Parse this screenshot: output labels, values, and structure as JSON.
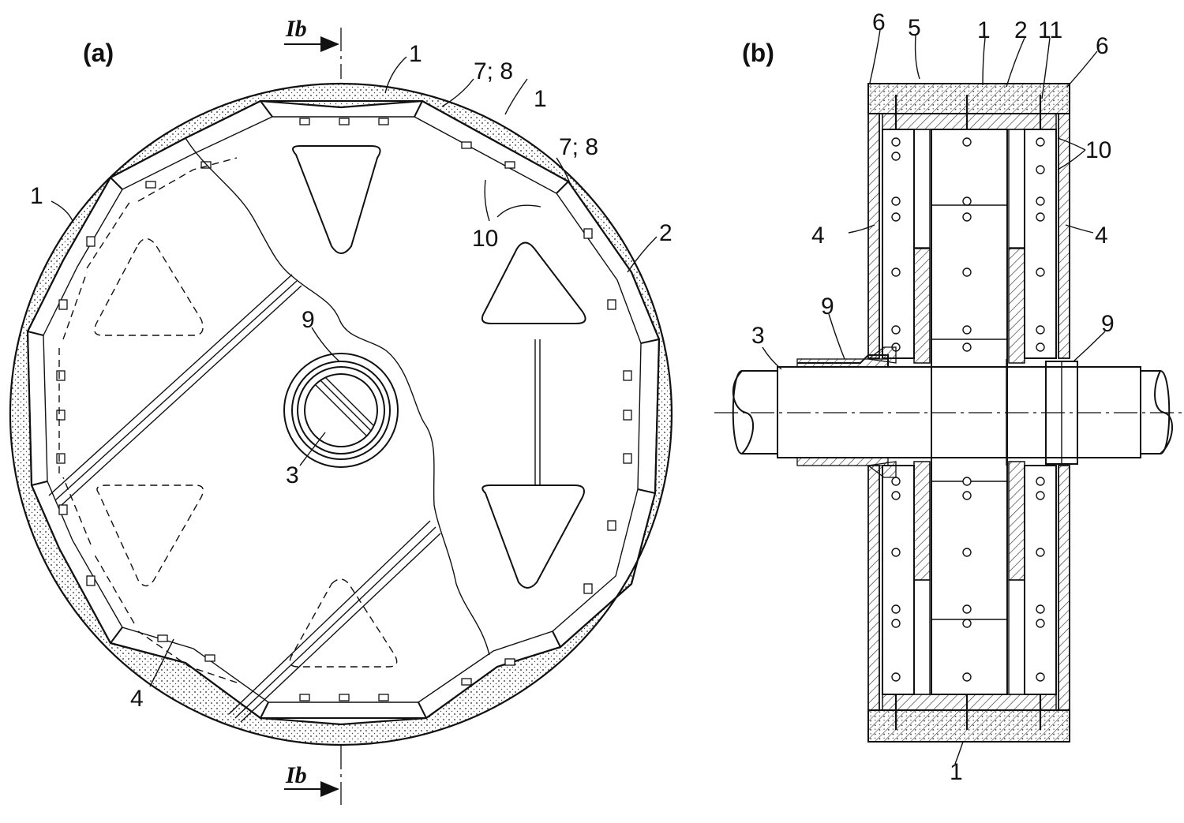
{
  "colors": {
    "ink": "#111111",
    "paper": "#ffffff",
    "hatch": "#333333"
  },
  "panels": {
    "a": "(a)",
    "b": "(b)"
  },
  "section_mark": "Ib",
  "labels_a": {
    "magnet_top": "1",
    "magnet_left": "1",
    "magnet_right": "1",
    "spacer_top": "7; 8",
    "spacer_right": "7; 8",
    "pins": "10",
    "ring": "2",
    "hub": "9",
    "shaft": "3",
    "disc": "4"
  },
  "labels_b": {
    "end_left": "6",
    "sleeve": "5",
    "magnet": "1",
    "ring": "2",
    "bolt": "11",
    "end_right": "6",
    "pins": "10",
    "disc_left": "4",
    "disc_right": "4",
    "shaft": "3",
    "hub_left": "9",
    "hub_right": "9",
    "magnet_bottom": "1"
  }
}
